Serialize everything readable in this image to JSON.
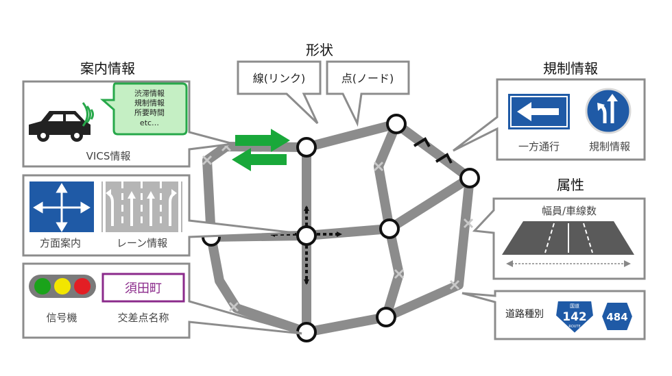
{
  "sections": {
    "shape": {
      "title": "形状",
      "link_label": "線(リンク)",
      "node_label": "点(ノード)"
    },
    "guidance": {
      "title": "案内情報",
      "bubble_lines": [
        "渋滞情報",
        "規制情報",
        "所要時間",
        "etc…"
      ],
      "vics_label": "VICS情報"
    },
    "direction": {
      "direction_label": "方面案内",
      "lane_label": "レーン情報"
    },
    "signals": {
      "signal_label": "信号機",
      "intersection_name": "須田町",
      "intersection_label": "交差点名称"
    },
    "regulation": {
      "title": "規制情報",
      "oneway_label": "一方通行",
      "regulation_label": "規制情報"
    },
    "attributes": {
      "title": "属性",
      "width_label": "幅員/車線数",
      "road_type_label": "道路種別",
      "route_sign_top": "国道",
      "route_number": "142",
      "route_sign_bottom": "ROUTE",
      "expressway_number": "484"
    }
  },
  "colors": {
    "road": "#8c8c8c",
    "box_border": "#8c8c8c",
    "sign_blue": "#1f5aa6",
    "arrow_green": "#19a83a",
    "bubble_fill": "#c5efc4",
    "bubble_border": "#27a84a",
    "signal_green": "#1aa31a",
    "signal_yellow": "#f2e600",
    "signal_red": "#e31e24",
    "name_border": "#8b2a8b"
  }
}
